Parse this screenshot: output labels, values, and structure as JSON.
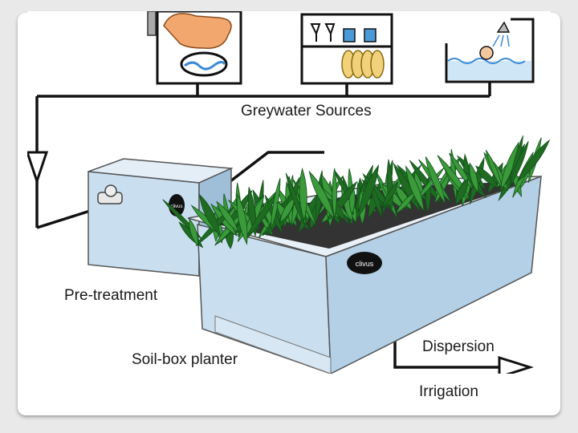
{
  "labels": {
    "sources": "Greywater Sources",
    "pretreatment": "Pre-treatment",
    "planter": "Soil-box planter",
    "dispersion": "Dispersion",
    "irrigation": "Irrigation"
  },
  "brand": "clivus",
  "icons": [
    "washing-machine-icon",
    "kitchen-sink-icon",
    "shower-bath-icon",
    "flow-arrow-icon",
    "plant-foliage-icon"
  ],
  "colors": {
    "box_face": "#c9dff0",
    "box_dark": "#9fbfd8",
    "foliage": "#3b9a3a",
    "foliage_dark": "#1f6b22",
    "pipe": "#111111"
  }
}
